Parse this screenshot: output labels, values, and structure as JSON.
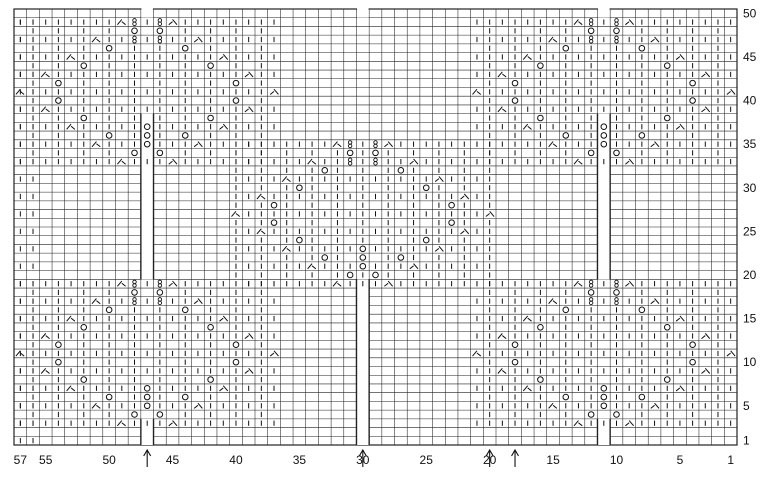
{
  "diagram": {
    "title": "",
    "columns": 57,
    "rows": 50,
    "row_labels": [
      "1",
      "5",
      "10",
      "15",
      "20",
      "25",
      "30",
      "35",
      "40",
      "45",
      "50"
    ],
    "column_labels": [
      "57",
      "55",
      "50",
      "45",
      "40",
      "35",
      "30",
      "25",
      "20",
      "15",
      "10",
      "5",
      "1"
    ],
    "arrow_columns": [
      47,
      30,
      20,
      18
    ],
    "split_columns": [
      47,
      30,
      11
    ],
    "motifs": [
      {
        "name": "top-left-motif"
      },
      {
        "name": "top-right-motif"
      },
      {
        "name": "center-motif"
      },
      {
        "name": "bottom-left-motif"
      },
      {
        "name": "bottom-right-motif"
      }
    ],
    "symbols": {
      "knit": "|",
      "yarn-over": "O",
      "twisted": "8",
      "decrease-left": "⋌",
      "decrease-right": "⋋",
      "dot": "·"
    },
    "colors": {
      "grid": "#222222",
      "background": "#ffffff",
      "symbol": "#111111"
    }
  }
}
